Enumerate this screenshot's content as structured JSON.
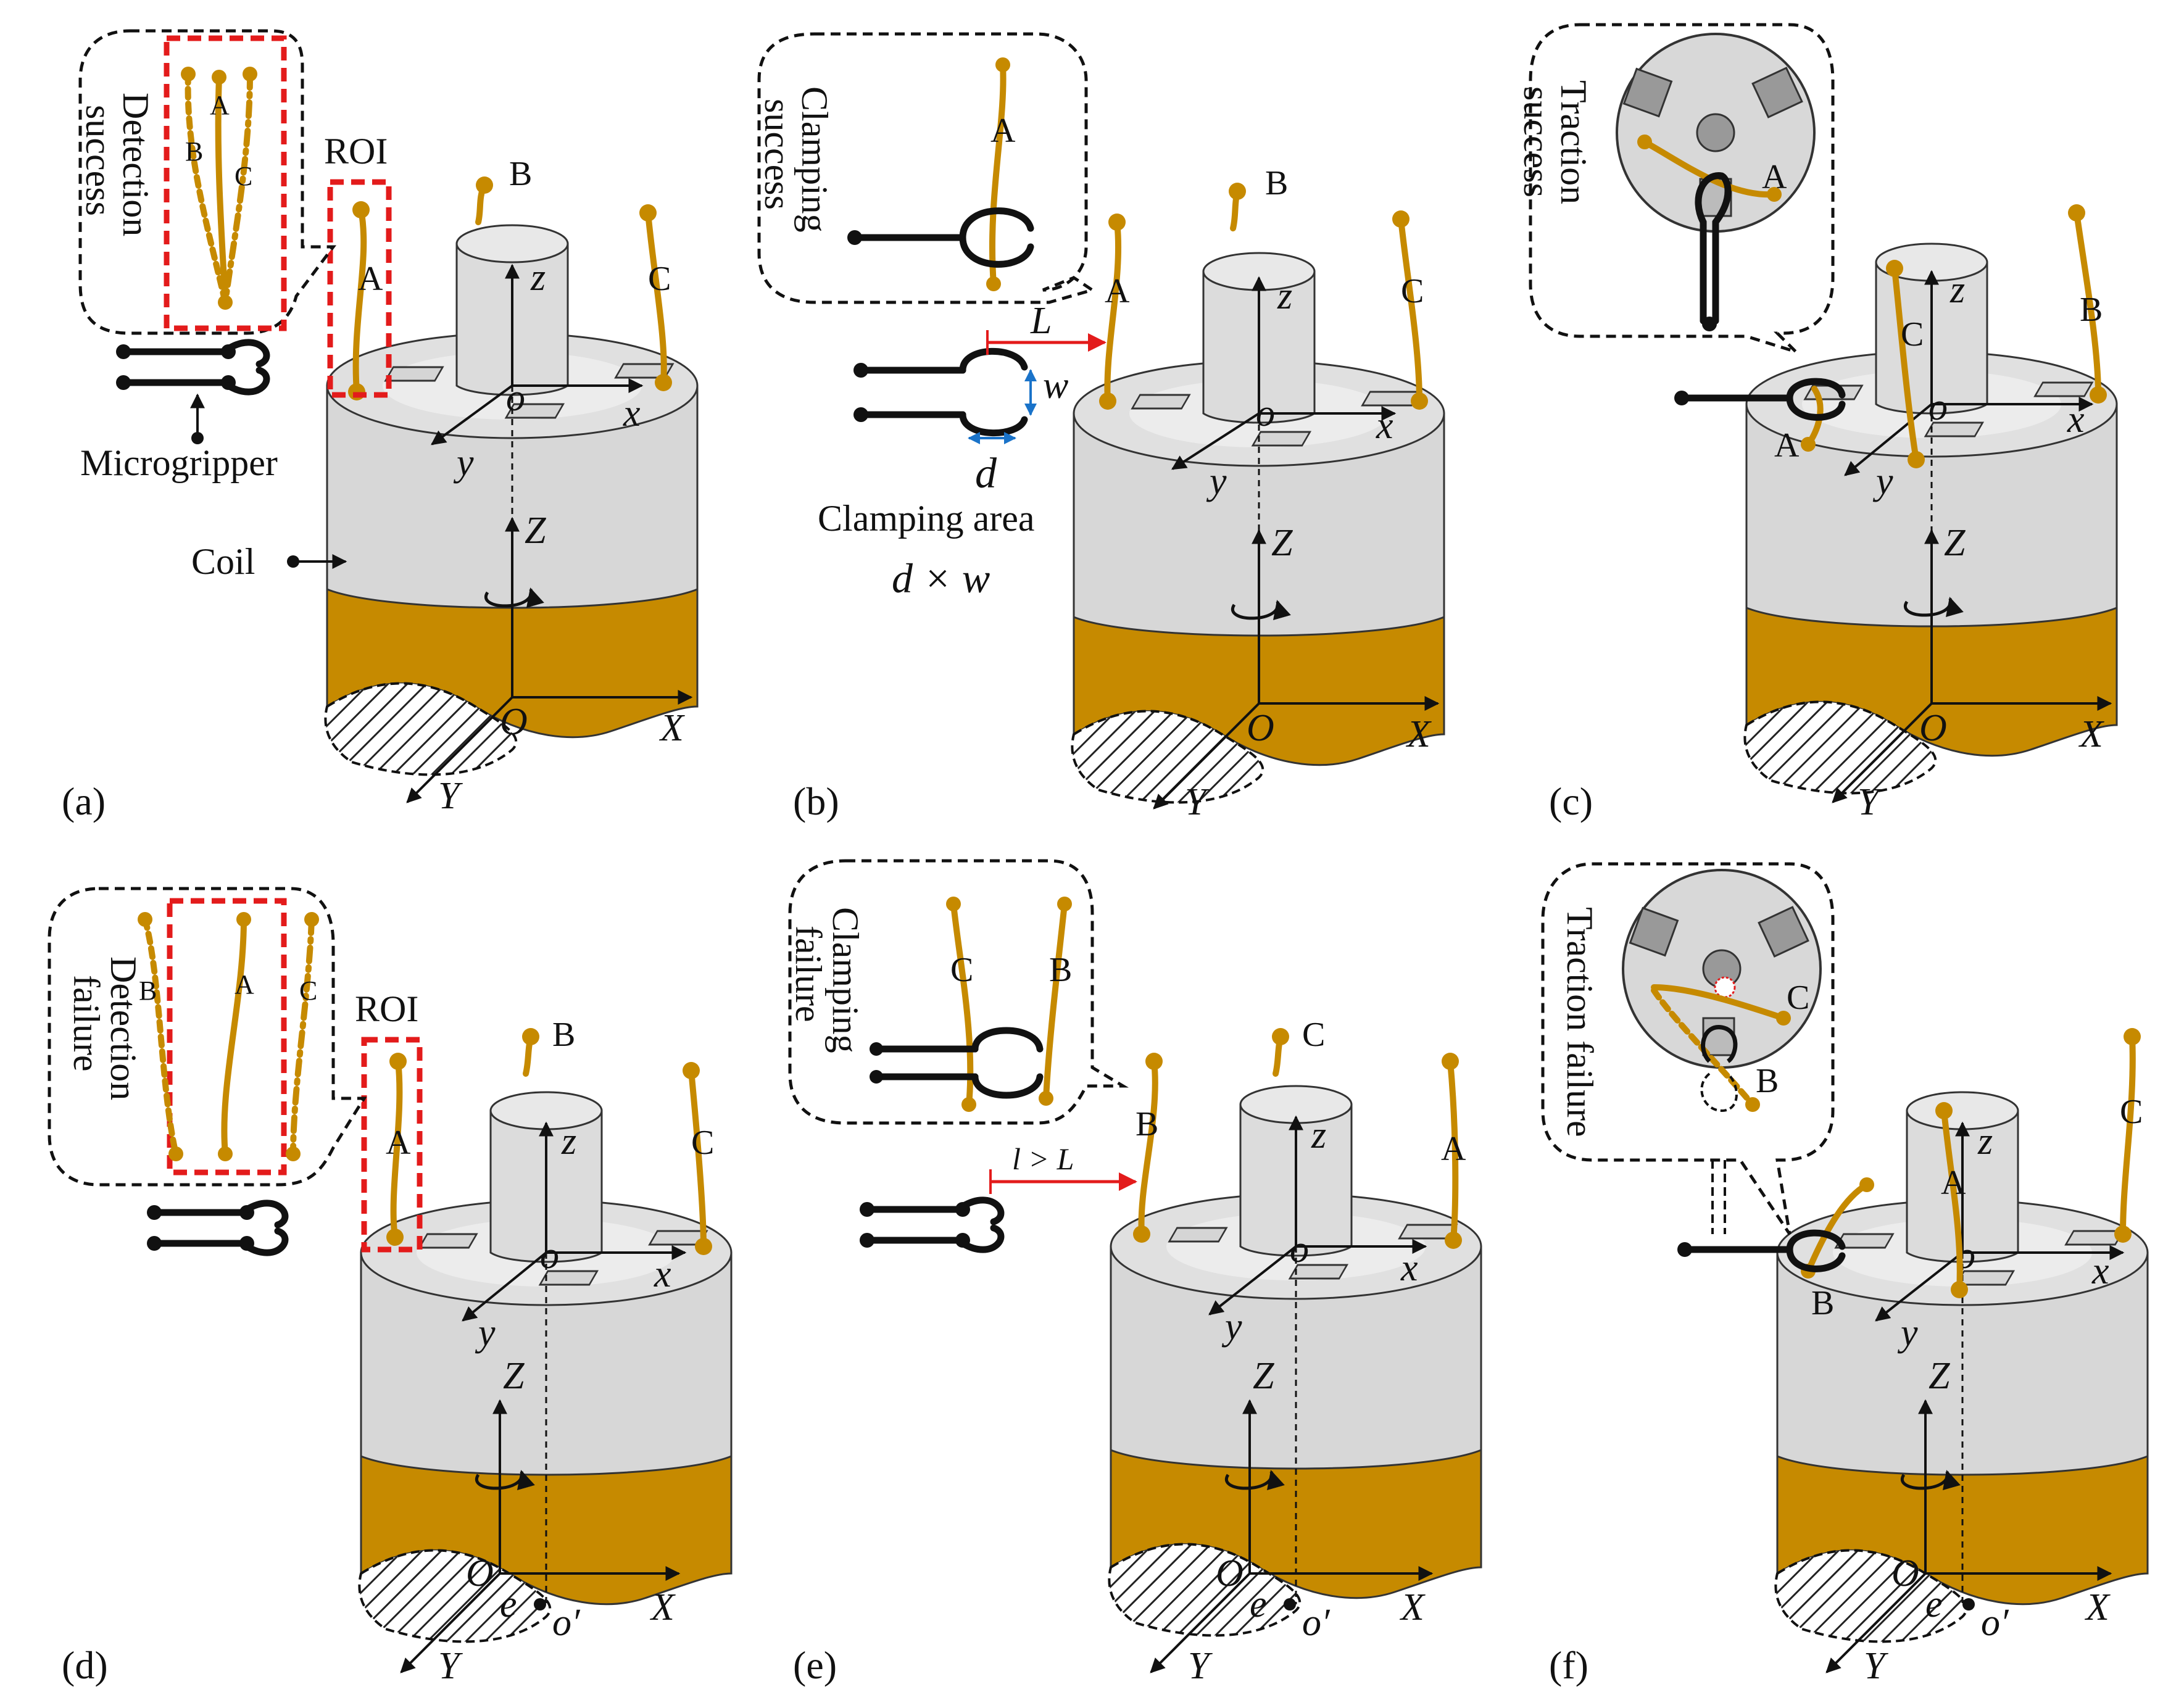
{
  "panels": {
    "a": {
      "letter": "(a)",
      "bubble": [
        "Detection",
        "success"
      ],
      "inset_wires": [
        "A",
        "B",
        "C"
      ],
      "roi": "ROI",
      "wires": [
        "A",
        "B",
        "C"
      ],
      "axes": {
        "local": [
          "x",
          "y",
          "z",
          "o"
        ],
        "global": [
          "X",
          "Y",
          "Z",
          "O"
        ]
      },
      "labels": {
        "microgripper": "Microgripper",
        "coil": "Coil"
      }
    },
    "b": {
      "letter": "(b)",
      "bubble": [
        "Clamping",
        "success"
      ],
      "inset_wires": [
        "A"
      ],
      "wires": [
        "A",
        "B",
        "C"
      ],
      "axes": {
        "local": [
          "x",
          "y",
          "z",
          "o"
        ],
        "global": [
          "X",
          "Y",
          "Z",
          "O"
        ]
      },
      "dims": {
        "L": "L",
        "w": "w",
        "d": "d",
        "area": "Clamping area",
        "formula": "d × w"
      }
    },
    "c": {
      "letter": "(c)",
      "bubble": [
        "Traction",
        "success"
      ],
      "inset_wires": [
        "A"
      ],
      "wires": [
        "A",
        "B",
        "C"
      ],
      "axes": {
        "local": [
          "x",
          "y",
          "z",
          "o"
        ],
        "global": [
          "X",
          "Y",
          "Z",
          "O"
        ]
      }
    },
    "d": {
      "letter": "(d)",
      "bubble": [
        "Detection",
        "failure"
      ],
      "inset_wires": [
        "A",
        "B",
        "C"
      ],
      "roi": "ROI",
      "wires": [
        "A",
        "B",
        "C"
      ],
      "axes": {
        "local": [
          "x",
          "y",
          "z",
          "o"
        ],
        "global": [
          "X",
          "Y",
          "Z",
          "O"
        ],
        "offset": [
          "e",
          "o′"
        ]
      }
    },
    "e": {
      "letter": "(e)",
      "bubble": [
        "Clamping",
        "failure"
      ],
      "inset_wires": [
        "C",
        "B"
      ],
      "wires": [
        "B",
        "C",
        "A"
      ],
      "dims": {
        "l": "l > L"
      },
      "axes": {
        "local": [
          "x",
          "y",
          "z",
          "o"
        ],
        "global": [
          "X",
          "Y",
          "Z",
          "O"
        ],
        "offset": [
          "e",
          "o′"
        ]
      }
    },
    "f": {
      "letter": "(f)",
      "bubble": [
        "Traction failure"
      ],
      "inset_wires": [
        "C",
        "B"
      ],
      "wires": [
        "A",
        "B",
        "C"
      ],
      "axes": {
        "local": [
          "x",
          "y",
          "z",
          "o"
        ],
        "global": [
          "X",
          "Y",
          "Z",
          "O"
        ],
        "offset": [
          "e",
          "o′"
        ]
      }
    }
  },
  "colors": {
    "wire": "#c68a00",
    "roi": "#e31b1b",
    "dim_blue": "#1a73c9",
    "coil": "#d7d7d7"
  }
}
